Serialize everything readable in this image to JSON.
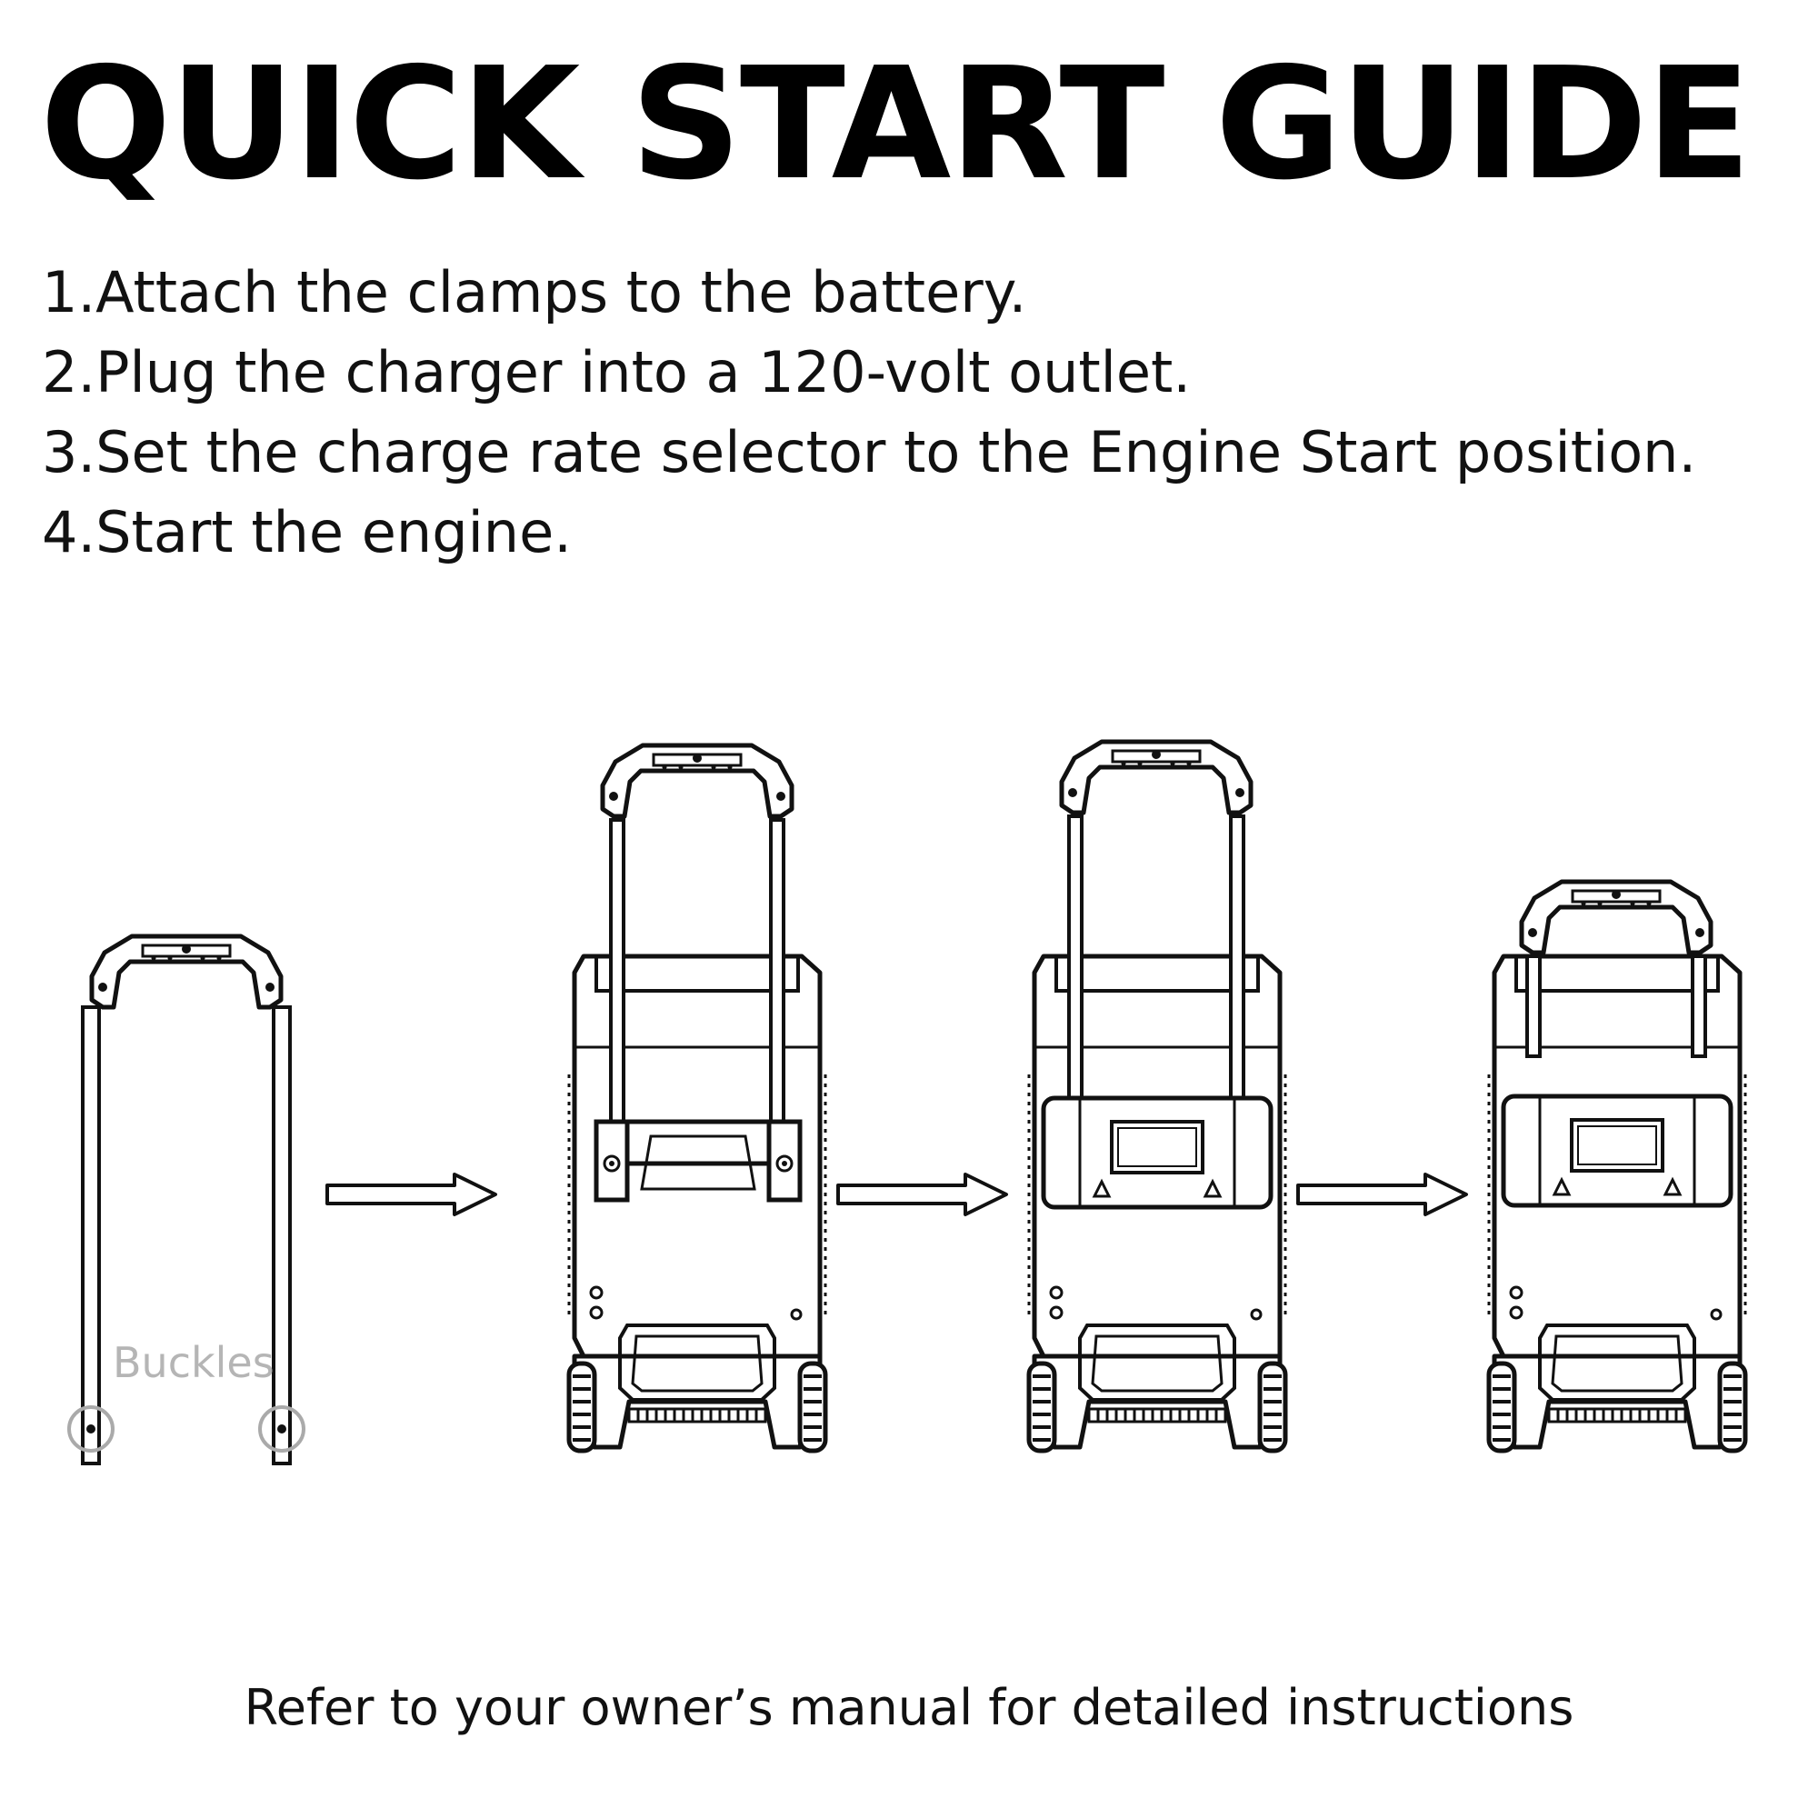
{
  "title": "QUICK START GUIDE",
  "steps": [
    "1.Attach the clamps to the battery.",
    "2.Plug the charger into a 120-volt outlet.",
    "3.Set the charge rate selector to the Engine Start position.",
    "4.Start the engine."
  ],
  "illustration": {
    "buckles_label": "Buckles",
    "stages": [
      "handle-assembly",
      "handle-inserted-buckles-visible",
      "cover-plate-attached",
      "handle-retracted"
    ],
    "arrow_icon": "right-arrow-icon"
  },
  "footer": "Refer to your owner’s manual for detailed instructions"
}
